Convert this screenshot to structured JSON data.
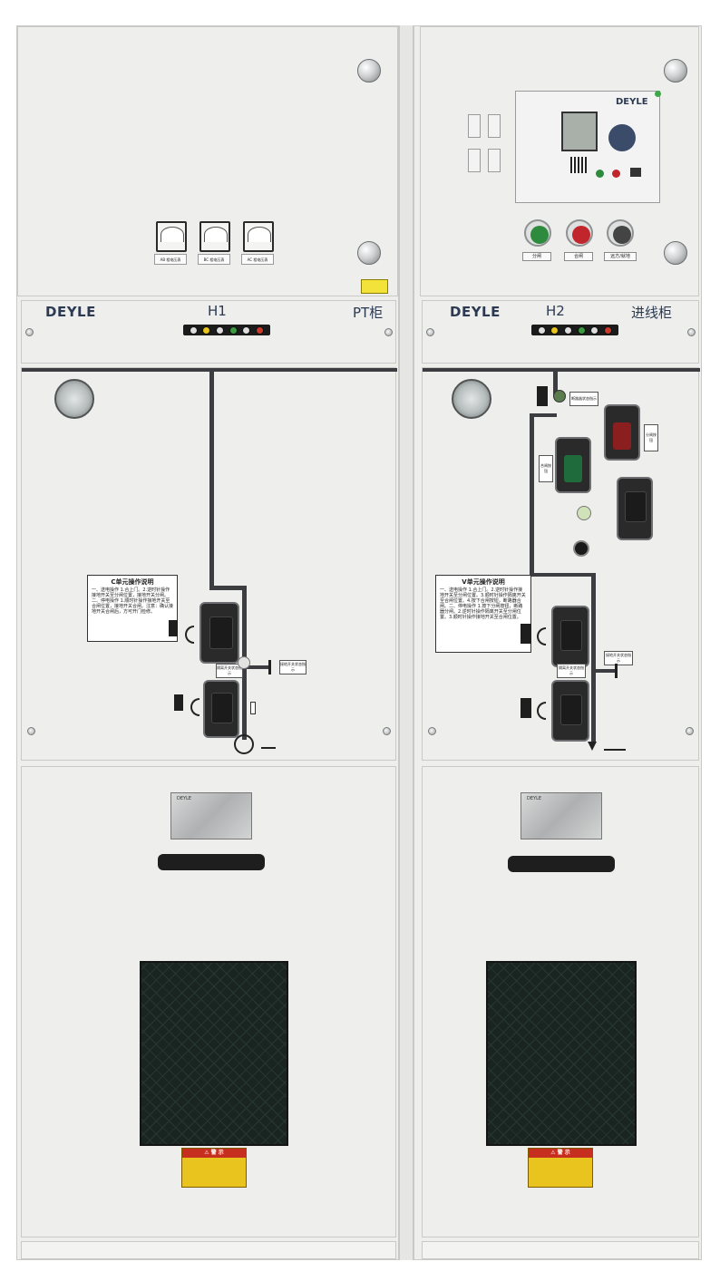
{
  "cabinets": [
    {
      "brand": "DEYLE",
      "unit": "H1",
      "type": "PT柜",
      "meters": [
        {
          "scale": "kV",
          "label": "AB 相电压表"
        },
        {
          "scale": "kV",
          "label": "BC 相电压表"
        },
        {
          "scale": "kV",
          "label": "AC 相电压表"
        }
      ],
      "notice_title": "C单元操作说明",
      "notice_body": "一、送电操作 1.合上门。2.逆时针操作接地开关至分闸位置，接地开关分闸。二、停电操作 1.顺时针操作接地开关至合闸位置，接地开关合闸。注意：确认接地开关合闸后，方可开门检修。",
      "tags": [
        "隔离开关状态指示",
        "接地开关状态指示"
      ]
    },
    {
      "brand": "DEYLE",
      "unit": "H2",
      "type": "进线柜",
      "relay_brand": "DEYLE",
      "buttons": [
        {
          "label": "分闸",
          "color": "#2e8b3e"
        },
        {
          "label": "合闸",
          "color": "#c0262b"
        },
        {
          "label": "远方/就地",
          "color": "#444444"
        }
      ],
      "notice_title": "V单元操作说明",
      "notice_body": "一、送电操作 1.合上门。2.逆时针操作接地开关至分闸位置。3.顺时针操作隔离开关至合闸位置。4.按下合闸按钮，断路器合闸。二、停电操作 1.按下分闸按钮，断路器分闸。2.逆时针操作隔离开关至分闸位置。3.顺时针操作接地开关至合闸位置。",
      "tags": [
        "断路器状态指示",
        "分闸按钮",
        "合闸按钮",
        "隔离开关状态指示",
        "接地开关状态指示"
      ]
    }
  ],
  "warning_title": "⚠ 警 示",
  "nameplate_brand": "DEYLE",
  "colors": {
    "panel": "#eeeeec",
    "bus": "#3b3d40",
    "green": "#2e8b3e",
    "red": "#c0262b",
    "warning": "#e9c41f"
  }
}
